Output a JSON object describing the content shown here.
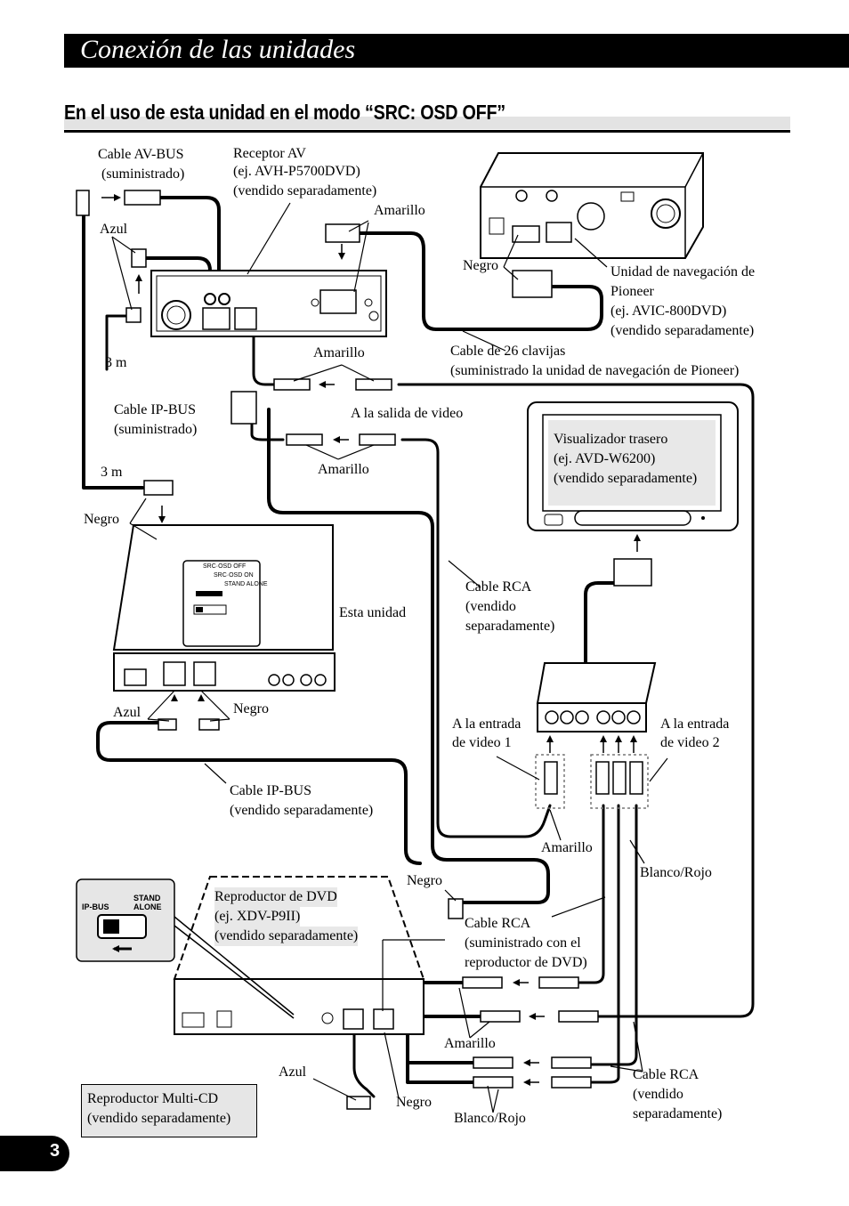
{
  "header": {
    "title": "Conexión de las unidades"
  },
  "section": {
    "title": "En el uso de esta unidad en el modo “SRC: OSD OFF”"
  },
  "labels": {
    "cable_avbus": "Cable AV-BUS",
    "cable_avbus_2": "(suministrado)",
    "receptor_av": "Receptor AV",
    "receptor_av_2": "(ej. AVH-P5700DVD)",
    "receptor_av_3": "(vendido separadamente)",
    "amarillo_1": "Amarillo",
    "azul_1": "Azul",
    "negro_1": "Negro",
    "nav_unit_1": "Unidad de navegación de",
    "nav_unit_2": "Pioneer",
    "nav_unit_3": "(ej. AVIC-800DVD)",
    "nav_unit_4": "(vendido separadamente)",
    "m3_1": "3 m",
    "amarillo_2": "Amarillo",
    "cable26_1": "Cable de 26 clavijas",
    "cable26_2": "(suministrado la unidad de navegación de Pioneer)",
    "ipbus_1": "Cable IP-BUS",
    "ipbus_2": "(suministrado)",
    "salida_video": "A la salida de video",
    "rear_1": "Visualizador trasero",
    "rear_2": "(ej. AVD-W6200)",
    "rear_3": "(vendido separadamente)",
    "amarillo_3": "Amarillo",
    "m3_2": "3 m",
    "negro_2": "Negro",
    "rca_1": "Cable RCA",
    "rca_2": "(vendido",
    "rca_3": "separadamente)",
    "esta_unidad": "Esta unidad",
    "azul_2": "Azul",
    "negro_3": "Negro",
    "entrada1_1": "A la entrada",
    "entrada1_2": "de video 1",
    "entrada2_1": "A la entrada",
    "entrada2_2": "de video 2",
    "ipbus_sep_1": "Cable IP-BUS",
    "ipbus_sep_2": "(vendido separadamente)",
    "amarillo_4": "Amarillo",
    "blanco_rojo_1": "Blanco/Rojo",
    "negro_4": "Negro",
    "dvd_1": "Reproductor de DVD",
    "dvd_2": "(ej. XDV-P9II)",
    "dvd_3": "(vendido separadamente)",
    "rca_dvd_1": "Cable RCA",
    "rca_dvd_2": "(suministrado con el",
    "rca_dvd_3": "reproductor de DVD)",
    "amarillo_5": "Amarillo",
    "azul_3": "Azul",
    "negro_5": "Negro",
    "blanco_rojo_2": "Blanco/Rojo",
    "rca_sep_1": "Cable RCA",
    "rca_sep_2": "(vendido",
    "rca_sep_3": "separadamente)",
    "multicd_1": "Reproductor Multi-CD",
    "multicd_2": "(vendido separadamente)",
    "switch_ipbus": "IP-BUS",
    "switch_stand": "STAND",
    "switch_alone": "ALONE",
    "unit_src_off": "SRC·OSD OFF",
    "unit_src_on": "SRC·OSD ON",
    "unit_stand": "STAND ALONE"
  },
  "page_number": "3",
  "colors": {
    "header_bg": "#000000",
    "box_fill": "#e6e6e6",
    "cable": "#000000"
  }
}
